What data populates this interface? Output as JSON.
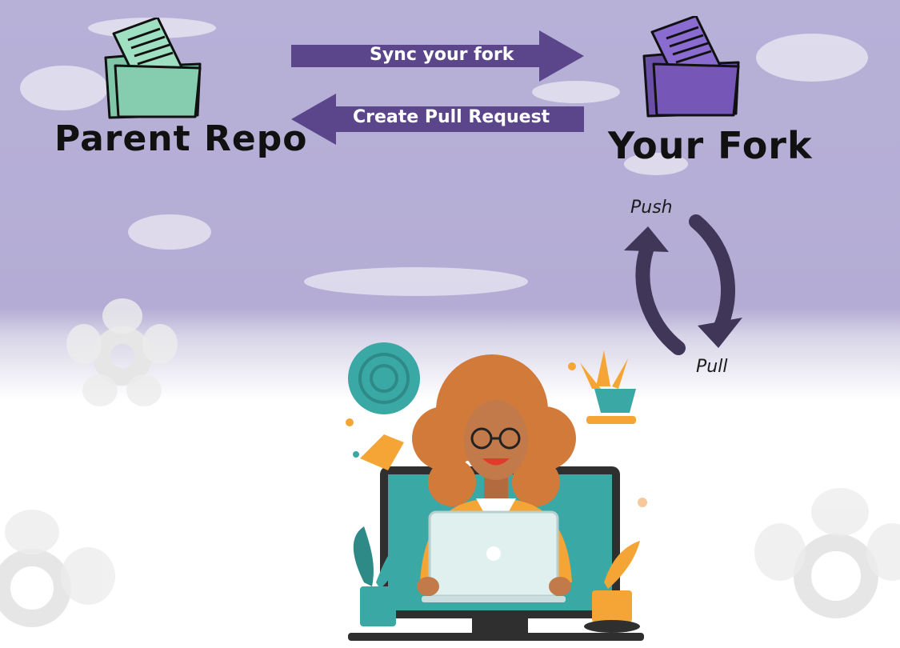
{
  "diagram": {
    "parent_repo": {
      "label": "Parent Repo",
      "color": "#8fcfb1"
    },
    "your_fork": {
      "label": "Your Fork",
      "color": "#7a5cb8"
    },
    "arrows": {
      "sync": {
        "label": "Sync your fork",
        "direction": "right",
        "color": "#5b468c"
      },
      "pull_request": {
        "label": "Create Pull Request",
        "direction": "left",
        "color": "#5b468c"
      }
    },
    "cycle": {
      "push_label": "Push",
      "pull_label": "Pull",
      "color": "#3f3658"
    },
    "illustration": {
      "subject": "person-with-laptop",
      "accent": "#f4a535",
      "teal": "#3aa8a5"
    }
  }
}
